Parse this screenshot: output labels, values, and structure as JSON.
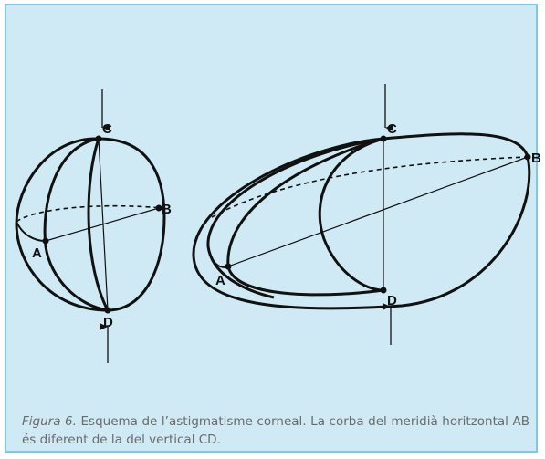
{
  "diagram": {
    "left_eye": {
      "labels": {
        "a": "A",
        "b": "B",
        "c": "C",
        "d": "D"
      }
    },
    "right_eye": {
      "labels": {
        "a": "A",
        "b": "B",
        "c": "C",
        "d": "D"
      }
    }
  },
  "caption": {
    "figure_label": "Figura 6.",
    "text": "Esquema de l’astigmatisme corneal. La corba del meridià horitzontal AB és diferent de la del vertical CD."
  },
  "colors": {
    "panel_bg": "#cfeaf5",
    "panel_border": "#7cc8e6",
    "caption_text": "#6b6b6b"
  }
}
